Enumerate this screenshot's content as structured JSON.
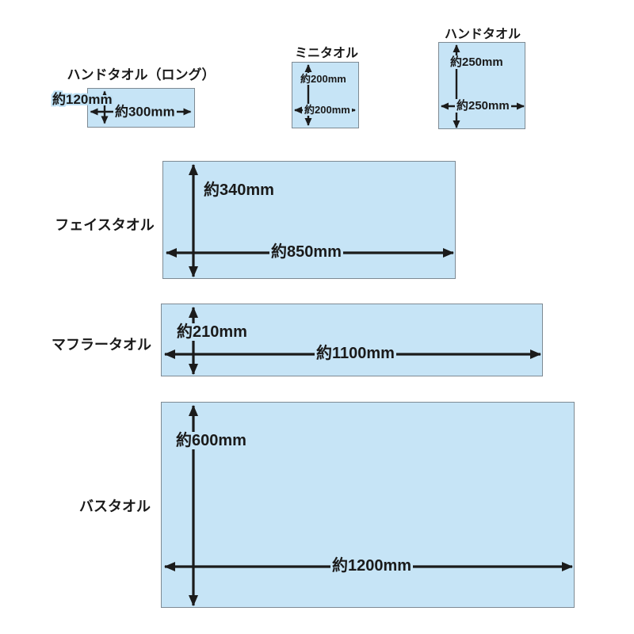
{
  "colors": {
    "towel_fill": "#c6e4f6",
    "towel_border": "#7e8a93",
    "arrow": "#1b1b1b",
    "text": "#1a1a1a",
    "background": "#ffffff"
  },
  "towels": [
    {
      "name": "ハンドタオル（ロング）",
      "height_label": "約120mm",
      "width_label": "約300mm"
    },
    {
      "name": "ミニタオル",
      "height_label": "約200mm",
      "width_label": "約200mm"
    },
    {
      "name": "ハンドタオル",
      "height_label": "約250mm",
      "width_label": "約250mm"
    },
    {
      "name": "フェイスタオル",
      "height_label": "約340mm",
      "width_label": "約850mm"
    },
    {
      "name": "マフラータオル",
      "height_label": "約210mm",
      "width_label": "約1100mm"
    },
    {
      "name": "バスタオル",
      "height_label": "約600mm",
      "width_label": "約1200mm"
    }
  ]
}
